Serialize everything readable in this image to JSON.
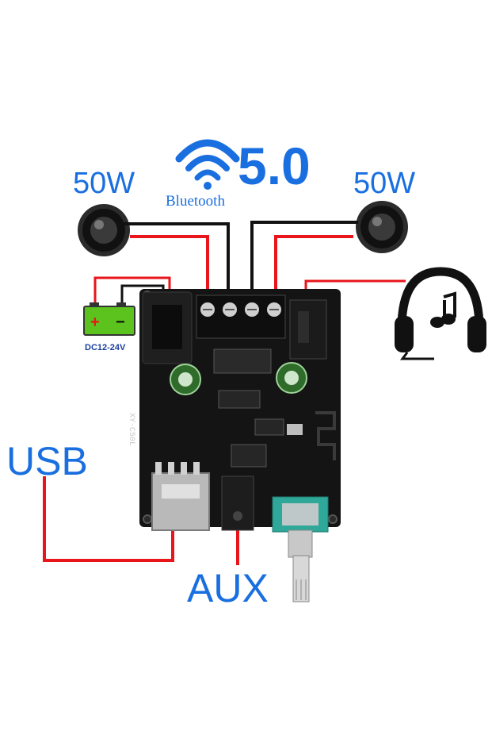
{
  "labels": {
    "speaker_left_power": "50W",
    "speaker_right_power": "50W",
    "bluetooth_version": "5.0",
    "bluetooth_word": "Bluetooth",
    "usb": "USB",
    "aux": "AUX",
    "power_supply": "DC12-24V",
    "battery_plus": "+",
    "battery_minus": "−",
    "board_model": "XY-C50L"
  },
  "colors": {
    "label_blue": "#1a6fe0",
    "wire_red": "#e8151b",
    "wire_black": "#111111",
    "board": "#141414",
    "battery_green": "#5cc21e",
    "knob_teal": "#2fa89a"
  },
  "icons": [
    "wifi-signal-icon",
    "speaker-icon",
    "headphones-music-icon",
    "battery-icon"
  ]
}
